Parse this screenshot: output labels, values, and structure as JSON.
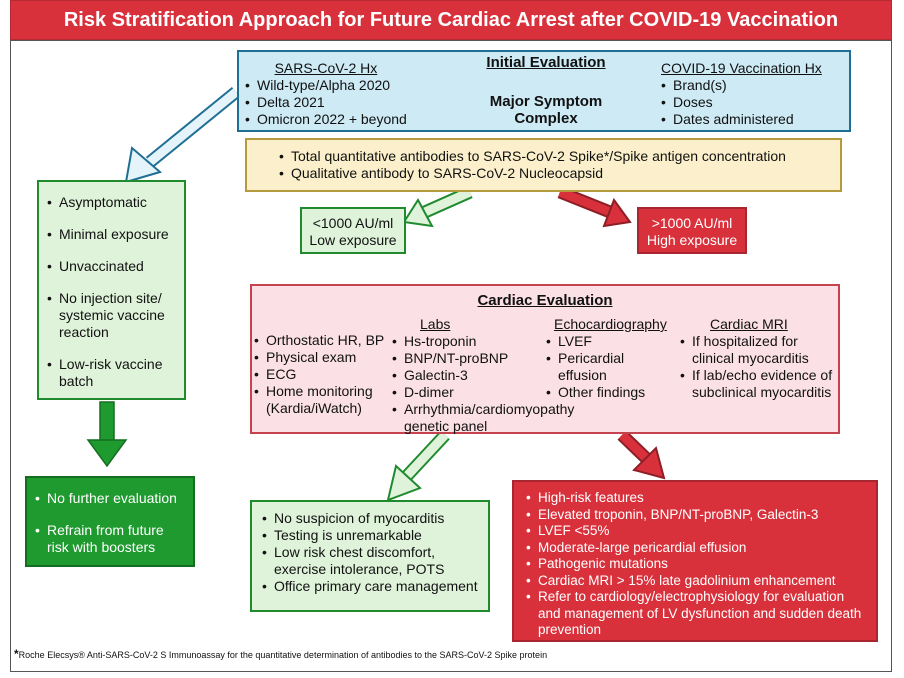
{
  "title": "Risk Stratification Approach for Future Cardiac Arrest after COVID-19 Vaccination",
  "initial": {
    "heading": "Initial Evaluation",
    "subheading_line1": "Major Symptom",
    "subheading_line2": "Complex",
    "sars_heading": "SARS-CoV-2 Hx",
    "sars_items": [
      "Wild-type/Alpha 2020",
      "Delta 2021",
      "Omicron 2022 + beyond"
    ],
    "vacc_heading": "COVID-19 Vaccination Hx",
    "vacc_items": [
      "Brand(s)",
      "Doses",
      "Dates administered"
    ]
  },
  "antibody": {
    "items": [
      "Total quantitative antibodies to SARS-CoV-2 Spike*/Spike antigen concentration",
      "Qualitative antibody to SARS-CoV-2 Nucleocapsid"
    ]
  },
  "low_exposure": {
    "line1": "<1000 AU/ml",
    "line2": "Low exposure"
  },
  "high_exposure": {
    "line1": ">1000 AU/ml",
    "line2": "High exposure"
  },
  "left_box": {
    "items": [
      "Asymptomatic",
      "Minimal exposure",
      "Unvaccinated",
      "No injection site/ systemic vaccine reaction",
      "Low-risk vaccine batch"
    ]
  },
  "no_further": {
    "items": [
      "No further evaluation",
      "Refrain from future risk with boosters"
    ]
  },
  "cardiac": {
    "heading": "Cardiac Evaluation",
    "general_items": [
      "Orthostatic HR, BP",
      "Physical exam",
      "ECG",
      "Home monitoring (Kardia/iWatch)"
    ],
    "labs_heading": "Labs",
    "labs_items": [
      "Hs-troponin",
      "BNP/NT-proBNP",
      "Galectin-3",
      "D-dimer",
      "Arrhythmia/cardiomyopathy genetic panel"
    ],
    "echo_heading": "Echocardiography",
    "echo_items": [
      "LVEF",
      "Pericardial effusion",
      "Other findings"
    ],
    "mri_heading": "Cardiac MRI",
    "mri_items": [
      "If hospitalized for clinical myocarditis",
      "If lab/echo evidence of subclinical myocarditis"
    ]
  },
  "low_risk": {
    "items": [
      "No suspicion of myocarditis",
      "Testing is unremarkable",
      "Low risk chest discomfort, exercise intolerance, POTS",
      "Office primary care management"
    ]
  },
  "high_risk": {
    "items": [
      "High-risk features",
      "Elevated troponin, BNP/NT-proBNP, Galectin-3",
      "LVEF <55%",
      "Moderate-large pericardial effusion",
      "Pathogenic mutations",
      "Cardiac MRI > 15% late gadolinium enhancement",
      "Refer to cardiology/electrophysiology for evaluation and management of LV dysfunction and sudden death prevention"
    ]
  },
  "footnote": {
    "star": "*",
    "text": "Roche Elecsys® Anti-SARS-CoV-2 S Immunoassay for the quantitative determination of antibodies to the SARS-CoV-2 Spike protein"
  },
  "colors": {
    "title_red": "#d9313c",
    "blue_box": "#cdeaf5",
    "yellow_box": "#fbf0cb",
    "light_green": "#dff3da",
    "dark_green": "#1f9a2e",
    "pink_box": "#fbe1e6",
    "red_box": "#d9313c"
  }
}
